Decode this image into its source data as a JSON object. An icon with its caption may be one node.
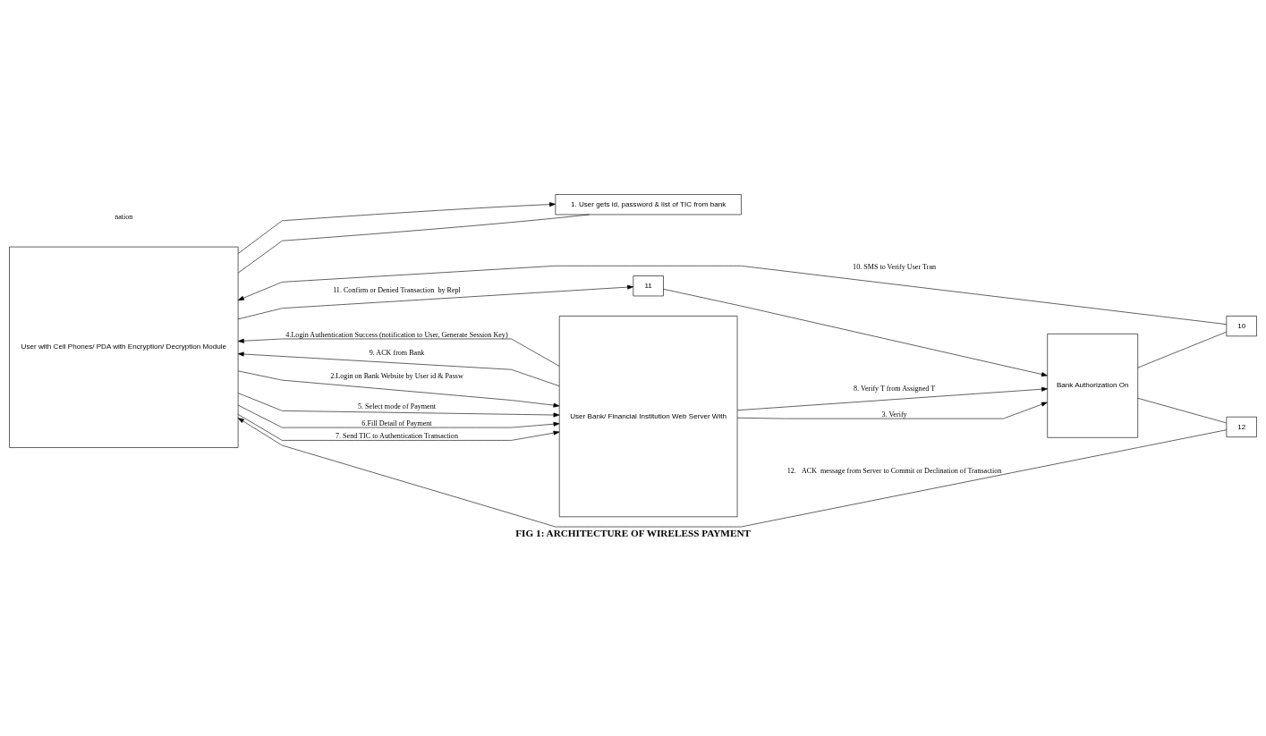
{
  "diagram": {
    "title": "FIG 1: ARCHITECTURE OF WIRELESS PAYMENT",
    "nodes": [
      {
        "text": [
          "1. User gets id, password & list of TIC from bank"
        ]
      },
      {
        "text": [
          "User with Cell Phones/ PDA with Encryption/ Decryption Module"
        ]
      },
      {
        "text": [
          "User Bank/ Financial Institution Web Server With"
        ]
      },
      {
        "text": [
          "Bank Authorization On"
        ]
      },
      {
        "text": [
          "10"
        ]
      },
      {
        "text": [
          "11"
        ]
      },
      {
        "text": [
          "12"
        ]
      }
    ],
    "edges": [
      {
        "from": 1,
        "to": 0,
        "arrow": "none"
      },
      {
        "from": 1,
        "to": 0,
        "arrow": "to"
      },
      {
        "from": 1,
        "to": 2,
        "arrow": "to",
        "label": "2.Login on Bank Website by User id & Passw"
      },
      {
        "from": 2,
        "to": 3,
        "arrow": "to",
        "label": "3. Verify"
      },
      {
        "from": 2,
        "to": 1,
        "arrow": "to",
        "label": "4.Login Authentication Success (notification to User, Generate Session Key)"
      },
      {
        "from": 1,
        "to": 2,
        "arrow": "to",
        "label": "5. Select mode of Payment"
      },
      {
        "from": 2,
        "to": 3,
        "arrow": "to",
        "label": "8. Verify T from Assigned T"
      },
      {
        "from": 1,
        "to": 2,
        "arrow": "to",
        "label": "6.Fill Detail of Payment"
      },
      {
        "from": 1,
        "to": 2,
        "arrow": "to",
        "label": "7. Send TIC to Authentication Transaction"
      },
      {
        "from": 2,
        "to": 1,
        "arrow": "to",
        "label": "9. ACK from Bank"
      },
      {
        "from": 3,
        "to": 4,
        "arrow": "none"
      },
      {
        "from": 4,
        "to": 1,
        "arrow": "to",
        "label": "10. SMS to Verify User Tran"
      },
      {
        "from": 1,
        "to": 5,
        "arrow": "to",
        "label": "11. Confirm or Denied Transaction  by Repl"
      },
      {
        "from": 5,
        "to": 3,
        "arrow": "to"
      },
      {
        "from": 3,
        "to": 6,
        "arrow": "none"
      },
      {
        "from": 6,
        "to": 1,
        "arrow": "to",
        "label": "12.   ACK  message from Server to Commit or Declination of Transaction"
      }
    ],
    "labels": [
      "nation"
    ]
  }
}
